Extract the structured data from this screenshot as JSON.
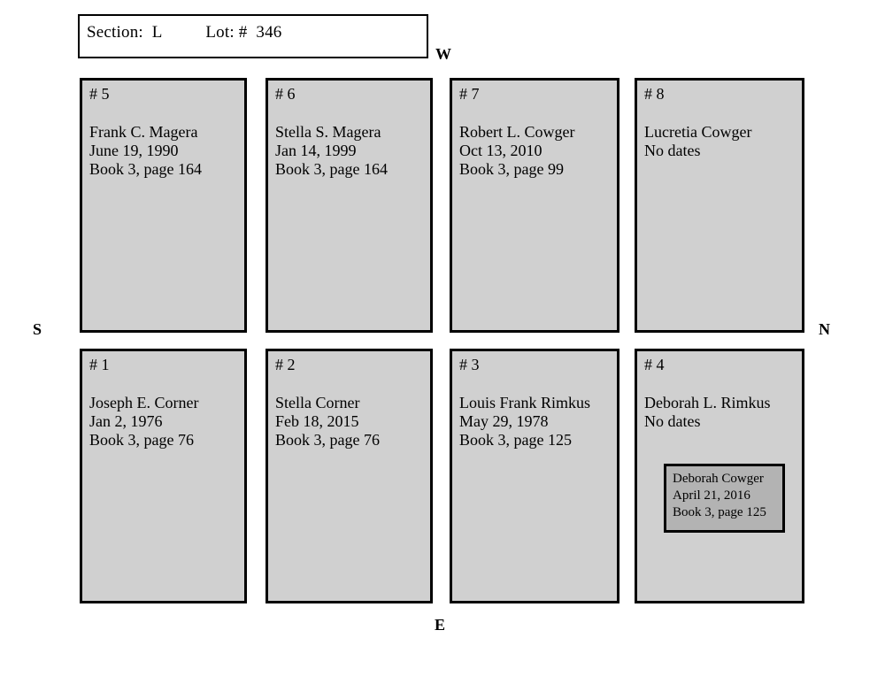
{
  "header": {
    "text": "Section:  L          Lot: #  346"
  },
  "compass": {
    "west": "W",
    "north": "N",
    "south": "S",
    "east": "E"
  },
  "plots": [
    {
      "number": "# 5",
      "name": "Frank C. Magera",
      "date": "June 19, 1990",
      "reference": "Book 3, page 164"
    },
    {
      "number": "# 6",
      "name": "Stella S. Magera",
      "date": "Jan 14, 1999",
      "reference": "Book 3, page 164"
    },
    {
      "number": "# 7",
      "name": "Robert L. Cowger",
      "date": "Oct 13, 2010",
      "reference": "Book 3, page 99"
    },
    {
      "number": "# 8",
      "name": "Lucretia Cowger",
      "date": "No dates",
      "reference": ""
    },
    {
      "number": "# 1",
      "name": "Joseph E. Corner",
      "date": "Jan 2, 1976",
      "reference": "Book 3, page 76"
    },
    {
      "number": "# 2",
      "name": "Stella Corner",
      "date": "Feb 18, 2015",
      "reference": "Book 3, page 76"
    },
    {
      "number": "# 3",
      "name": "Louis Frank Rimkus",
      "date": "May 29, 1978",
      "reference": "Book 3, page 125"
    },
    {
      "number": "# 4",
      "name": "Deborah L. Rimkus",
      "date": "No dates",
      "reference": ""
    }
  ],
  "inner_marker": {
    "name": "Deborah Cowger",
    "date": "April 21, 2016",
    "reference": "Book 3, page 125"
  },
  "colors": {
    "plot_fill": "#d0d0d0",
    "inner_fill": "#b3b3b3",
    "border": "#000000",
    "page_background": "#ffffff"
  }
}
